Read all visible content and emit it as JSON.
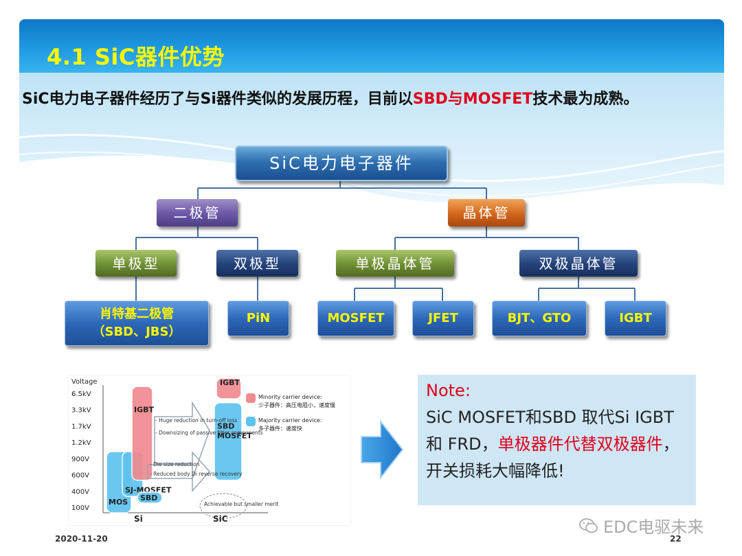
{
  "title": "4.1 SiC器件优势",
  "intro": {
    "part1": "SiC电力电子器件经历了与Si器件类似的发展历程，目前以",
    "highlight": "SBD与MOSFET",
    "part2": "技术最为成熟。"
  },
  "tree": {
    "root": "SiC电力电子器件",
    "diode": "二极管",
    "transistor": "晶体管",
    "unipolar": "单极型",
    "bipolar": "双极型",
    "unipolar_transistor": "单极晶体管",
    "bipolar_transistor": "双极晶体管",
    "schottky_line1": "肖特基二极管",
    "schottky_line2": "（SBD、JBS）",
    "pin": "PiN",
    "mosfet": "MOSFET",
    "jfet": "JFET",
    "bjt_gto": "BJT、GTO",
    "igbt": "IGBT"
  },
  "chart_data": {
    "type": "bar",
    "ylabel": "Voltage",
    "y_ticks": [
      "100V",
      "400V",
      "600V",
      "900V",
      "1.2kV",
      "1.7kV",
      "3.3kV",
      "6.5kV"
    ],
    "x_groups": [
      "Si",
      "SiC"
    ],
    "devices": [
      {
        "label": "MOS",
        "group": "Si",
        "kind": "majority",
        "v_min": "100V",
        "v_max": "900V"
      },
      {
        "label": "SJ-MOSFET",
        "group": "Si",
        "kind": "majority",
        "v_min": "400V",
        "v_max": "900V"
      },
      {
        "label": "SBD",
        "group": "Si",
        "kind": "majority",
        "v_min": "100V",
        "v_max": "100V"
      },
      {
        "label": "IGBT",
        "group": "Si",
        "kind": "minority",
        "v_min": "600V",
        "v_max": "6.5kV"
      },
      {
        "label": "IGBT",
        "group": "SiC",
        "kind": "minority",
        "v_min": "6.5kV",
        "v_max": "6.5kV"
      },
      {
        "label": "SBD MOSFET",
        "group": "SiC",
        "kind": "majority",
        "v_min": "600V",
        "v_max": "3.3kV"
      }
    ],
    "annotations": [
      "- Huge reduction in turn-off loss",
      "- Downsizing of passive filter components",
      "- Die size reduction",
      "- Reduced body Di reverse recovery",
      "Achievable but smaller merit"
    ],
    "legend": [
      {
        "label": "Minority carrier device:",
        "desc": "少子器件：高压电阻小，速度慢",
        "color": "#f08a90"
      },
      {
        "label": "Majority carrier device:",
        "desc": "多子器件：速度快",
        "color": "#5fc3ee"
      }
    ]
  },
  "note": {
    "heading": "Note:",
    "line_a": "SiC MOSFET和SBD 取代Si IGBT和 FRD，",
    "highlight": "单极器件代替双极器件",
    "line_b": "，开关损耗大幅降低!"
  },
  "footer": {
    "date": "2020-11-20",
    "page": "22"
  },
  "watermark": "EDC电驱未来",
  "colors": {
    "title_bg": "#1e9ae2",
    "title_text": "#fff700",
    "highlight": "#e0001b"
  }
}
